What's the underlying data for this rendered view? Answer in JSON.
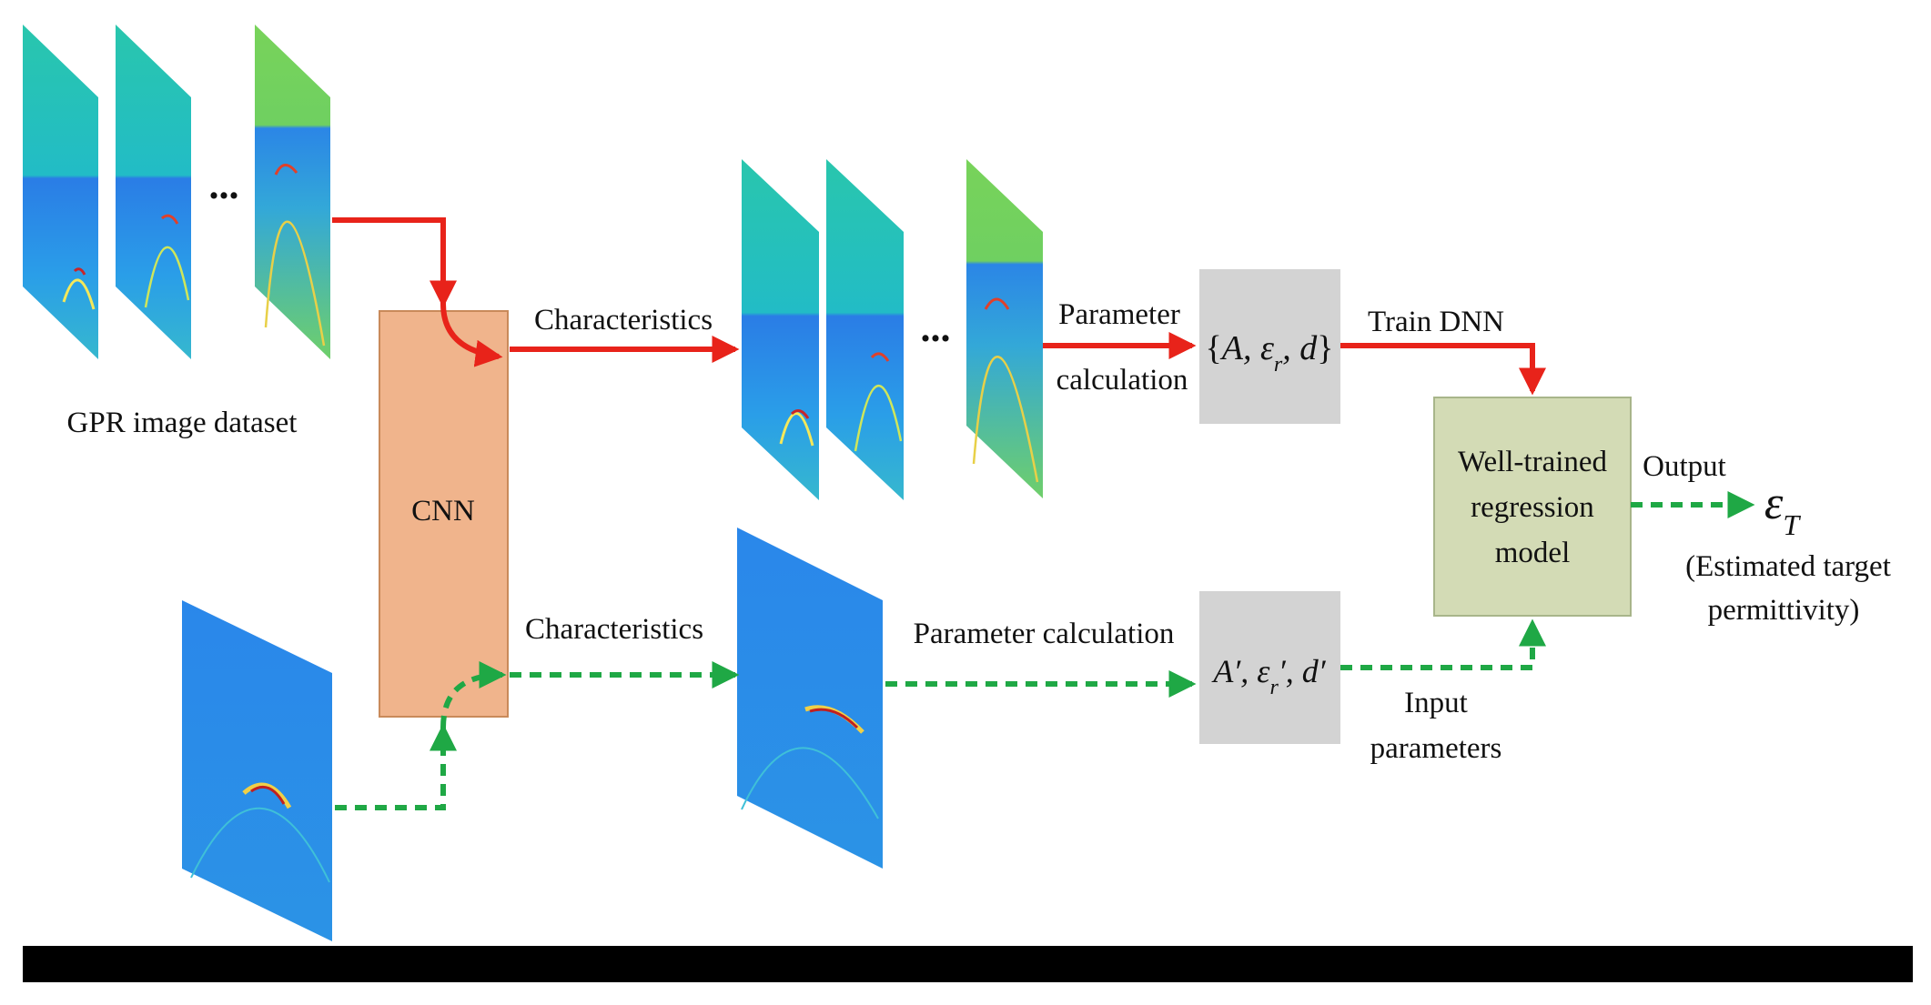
{
  "labels": {
    "dataset": "GPR image dataset",
    "cnn": "CNN",
    "characteristics_top": "Characteristics",
    "characteristics_bottom": "Characteristics",
    "param_calc_top_1": "Parameter",
    "param_calc_top_2": "calculation",
    "param_calc_bottom": "Parameter calculation",
    "train_dnn": "Train DNN",
    "model_1": "Well-trained",
    "model_2": "regression",
    "model_3": "model",
    "output": "Output",
    "output_desc_1": "(Estimated target",
    "output_desc_2": "permittivity)",
    "input_params_1": "Input",
    "input_params_2": "parameters",
    "ellipsis_left": "...",
    "ellipsis_mid": "..."
  },
  "math": {
    "set_top": "{A, ε_r, d}",
    "set_bottom": "A′, ε_r′, d′",
    "output_symbol": "ε_T"
  },
  "colors": {
    "red_arrow": "#e8231a",
    "green_arrow": "#1fa845",
    "cnn_box": "#f0b48c",
    "param_box": "#d3d3d3",
    "model_box": "#d3dbb5",
    "bottom_bar": "#000000"
  }
}
